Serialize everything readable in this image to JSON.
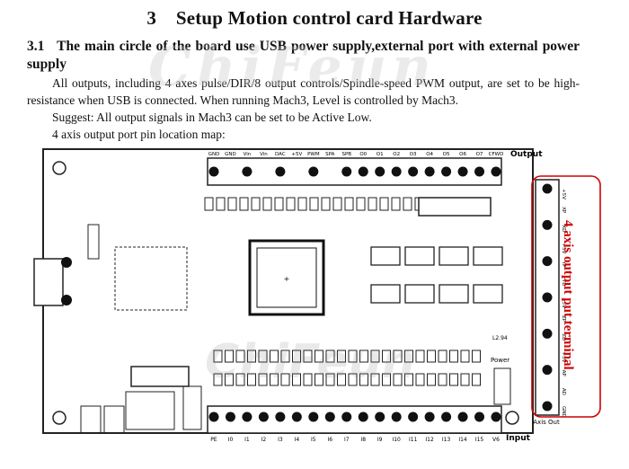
{
  "heading": {
    "number": "3",
    "title": "Setup Motion control card Hardware"
  },
  "section": {
    "number": "3.1",
    "text": "The main circle of the board use USB power supply,external port with external power supply"
  },
  "paragraphs": [
    "All outputs, including 4 axes pulse/DIR/8 output controls/Spindle-speed PWM output, are set to be high-resistance when USB is connected. When running Mach3, Level is controlled by Mach3.",
    "Suggest: All output signals in Mach3 can be set to be Active Low.",
    "4 axis output port pin location map:"
  ],
  "watermark": "ChiFeun",
  "board": {
    "output_label": "Output",
    "input_label": "Input",
    "power_label": "Power",
    "axis_out_label": "Axis Out",
    "top_pins": [
      "GND",
      "GND",
      "Vin",
      "Vin",
      "DAC",
      "+5V",
      "PWM",
      "SPA",
      "SPB",
      "O0",
      "O1",
      "O2",
      "O3",
      "O4",
      "O5",
      "O6",
      "O7",
      "CFWD"
    ],
    "bottom_pins": [
      "PE",
      "I0",
      "I1",
      "I2",
      "I3",
      "I4",
      "I5",
      "I6",
      "I7",
      "I8",
      "I9",
      "I10",
      "I11",
      "I12",
      "I13",
      "I14",
      "I15",
      "V6"
    ],
    "axis_pins": [
      "+5V",
      "XP",
      "XD",
      "+5V",
      "YP",
      "YD",
      "+5V",
      "ZP",
      "ZD",
      "+5V",
      "AP",
      "AD",
      "GND"
    ],
    "chip_label": "L2.94"
  },
  "annotation": {
    "text": "4 axis output put terminal",
    "color": "#d00000"
  }
}
